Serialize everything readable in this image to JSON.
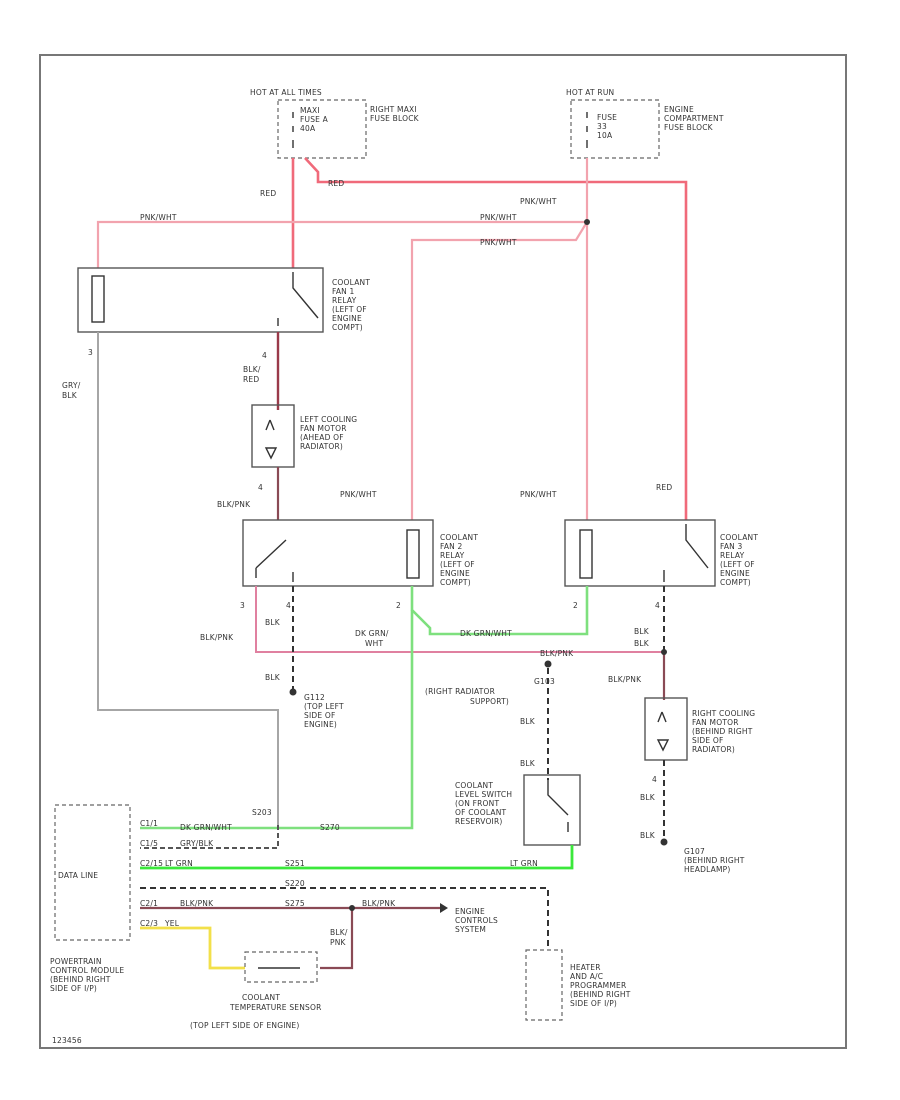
{
  "labels": {
    "hot_at_all_times": "HOT AT ALL TIMES",
    "hot_at_run": "HOT AT RUN",
    "maxi_fuse": "MAXI",
    "fuse_a": "FUSE A",
    "fuse_a_amp": "40A",
    "right_maxi_fuse_block_1": "RIGHT MAXI",
    "right_maxi_fuse_block_2": "FUSE BLOCK",
    "fuse_33": "FUSE",
    "fuse_33_num": "33",
    "fuse_33_amp": "10A",
    "engine_comp_1": "ENGINE",
    "engine_comp_2": "COMPARTMENT",
    "engine_comp_3": "FUSE BLOCK",
    "red_1": "RED",
    "red_2": "RED",
    "red_3": "RED",
    "pnk_wht_1": "PNK/WHT",
    "pnk_wht_2": "PNK/WHT",
    "pnk_wht_3": "PNK/WHT",
    "pnk_wht_4": "PNK/WHT",
    "pnk_wht_5": "PNK/WHT",
    "pnk_wht_6": "PNK/WHT",
    "relay1_1": "COOLANT",
    "relay1_2": "FAN 1",
    "relay1_3": "RELAY",
    "relay1_4": "(LEFT OF",
    "relay1_5": "ENGINE",
    "relay1_6": "COMPT)",
    "gry_blk_1": "GRY/",
    "gry_blk_2": "BLK",
    "blk_red_1": "BLK/",
    "blk_red_2": "RED",
    "lfan_1": "LEFT COOLING",
    "lfan_2": "FAN MOTOR",
    "lfan_3": "(AHEAD OF",
    "lfan_4": "RADIATOR)",
    "blk_pnk_1": "BLK/PNK",
    "blk_pnk_2": "BLK/PNK",
    "blk_pnk_3": "BLK/PNK",
    "relay2_1": "COOLANT",
    "relay2_2": "FAN 2",
    "relay2_3": "RELAY",
    "relay2_4": "(LEFT OF",
    "relay2_5": "ENGINE",
    "relay2_6": "COMPT)",
    "relay3_1": "COOLANT",
    "relay3_2": "FAN 3",
    "relay3_3": "RELAY",
    "relay3_4": "(LEFT OF",
    "relay3_5": "ENGINE",
    "relay3_6": "COMPT)",
    "blk_1": "BLK",
    "blk_2": "BLK",
    "blk_3": "BLK",
    "blk_4": "BLK",
    "blk_5": "BLK",
    "blk_6": "BLK",
    "blk_7": "BLK",
    "dk_grn_1": "DK GRN/",
    "dk_grn_2": "WHT",
    "dk_grn_wht": "DK GRN/WHT",
    "g112_1": "G112",
    "g112_2": "(TOP LEFT",
    "g112_3": "SIDE OF",
    "g112_4": "ENGINE)",
    "g103_1": "G103",
    "g103_2": "(RIGHT RADIATOR",
    "g103_3": "SUPPORT)",
    "blk_pnk_top": "BLK/PNK",
    "rfan_1": "RIGHT COOLING",
    "rfan_2": "FAN MOTOR",
    "rfan_3": "(BEHIND RIGHT",
    "rfan_4": "SIDE OF",
    "rfan_5": "RADIATOR)",
    "g107_1": "G107",
    "g107_2": "(BEHIND RIGHT",
    "g107_3": "HEADLAMP)",
    "s203": "S203",
    "s270": "S270",
    "s275": "S275",
    "s251": "S251",
    "s220": "S220",
    "level_1": "COOLANT",
    "level_2": "LEVEL SWITCH",
    "level_3": "(ON FRONT",
    "level_4": "OF COOLANT",
    "level_5": "RESERVOIR)",
    "ppin1": "C1/1",
    "ppin2": "C1/5",
    "ppin3": "C2/15",
    "ppin4": "C2/1",
    "ppin5": "C2/3",
    "w_dkgrnwht": "DK GRN/WHT",
    "w_grynblk": "GRY/BLK",
    "w_ltgrn": "LT GRN",
    "w_ltgrn2": "LT GRN",
    "w_blkpnk": "BLK/PNK",
    "w_blkpnk2": "BLK/PNK",
    "w_yel": "YEL",
    "w_blk": "BLK",
    "data_line": "DATA LINE",
    "pcm_1": "POWERTRAIN",
    "pcm_2": "CONTROL MODULE",
    "pcm_3": "(BEHIND RIGHT",
    "pcm_4": "SIDE OF I/P)",
    "ecs_1": "ENGINE",
    "ecs_2": "CONTROLS",
    "ecs_3": "SYSTEM",
    "temp_1": "COOLANT",
    "temp_2": "TEMPERATURE SENSOR",
    "temp_3": "(TOP LEFT SIDE OF ENGINE)",
    "hvac_1": "HEATER",
    "hvac_2": "AND A/C",
    "hvac_3": "PROGRAMMER",
    "hvac_4": "(BEHIND RIGHT",
    "hvac_5": "SIDE OF I/P)",
    "blk_pnk_s": "BLK/",
    "blk_pnk_s2": "PNK",
    "footer_code": "123456"
  }
}
